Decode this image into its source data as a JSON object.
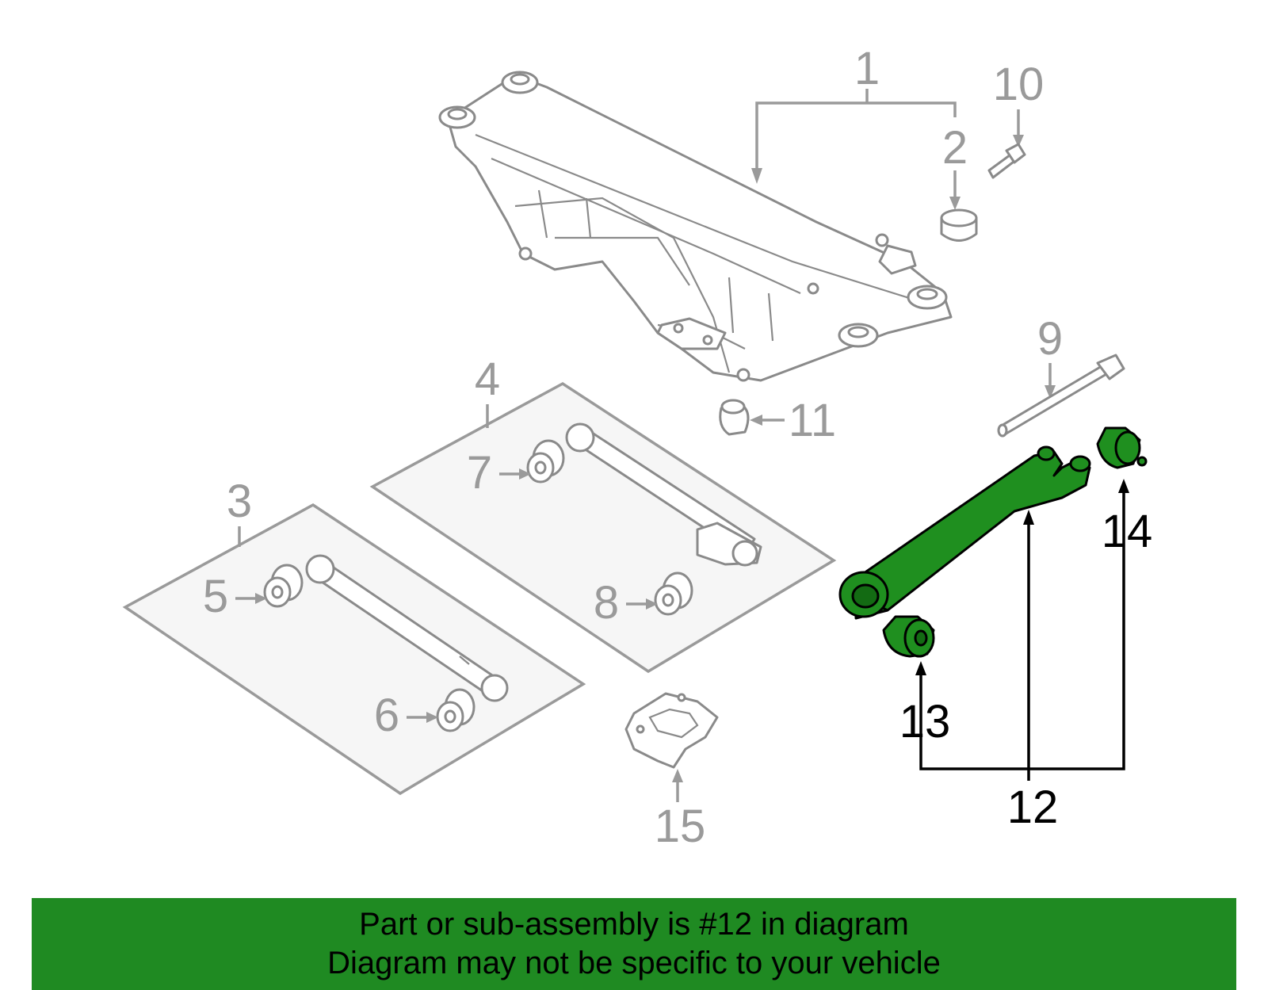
{
  "callouts": {
    "c1": "1",
    "c2": "2",
    "c3": "3",
    "c4": "4",
    "c5": "5",
    "c6": "6",
    "c7": "7",
    "c8": "8",
    "c9": "9",
    "c10": "10",
    "c11": "11",
    "c12": "12",
    "c13": "13",
    "c14": "14",
    "c15": "15"
  },
  "highlighted_part": "12",
  "colors": {
    "highlight": "#1f8f1f",
    "banner": "#1f8a22",
    "callout_grey": "#9a9a9a"
  },
  "banner": {
    "line1": "Part or sub-assembly is #12 in diagram",
    "line2": "Diagram may not be specific to your vehicle"
  }
}
